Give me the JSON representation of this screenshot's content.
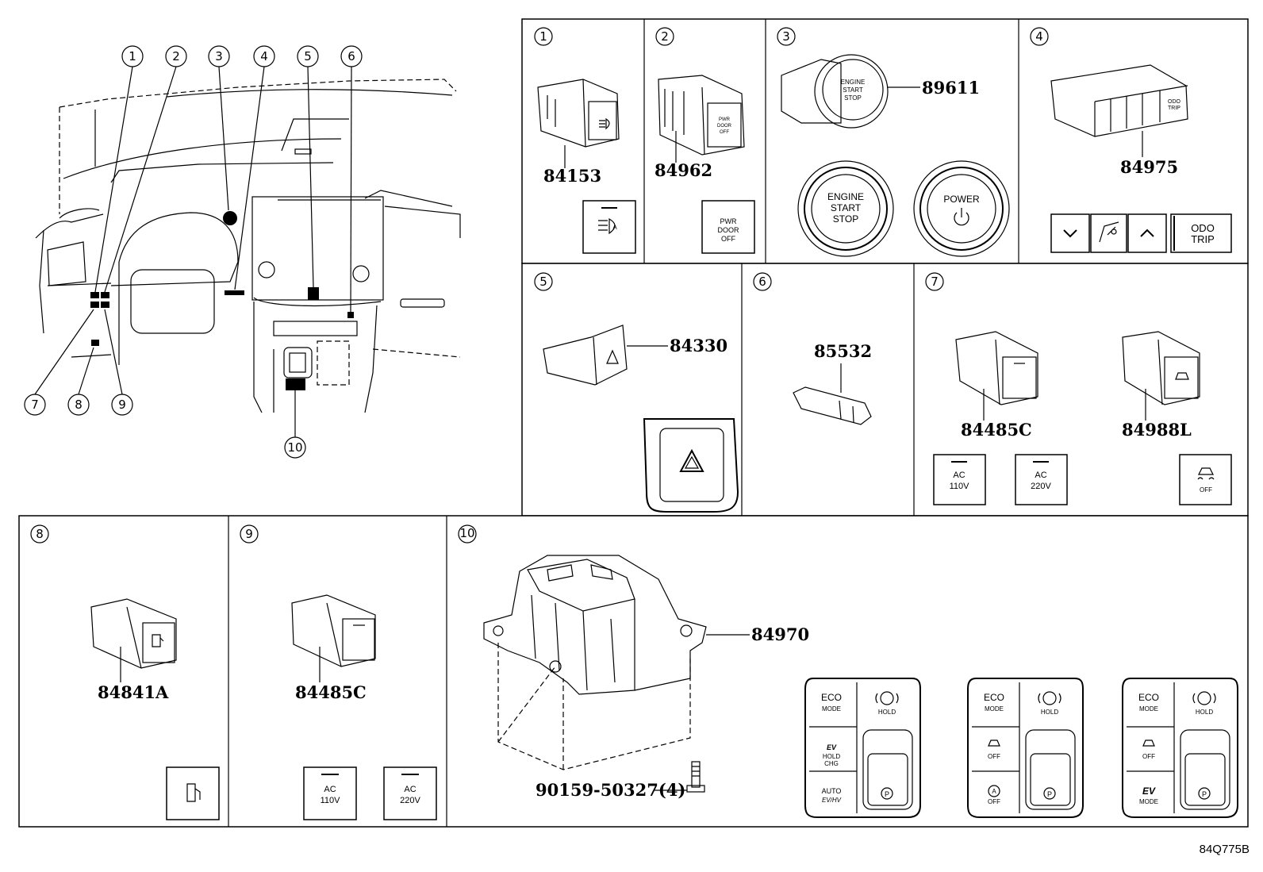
{
  "overview": {
    "callouts": [
      "1",
      "2",
      "3",
      "4",
      "5",
      "6",
      "7",
      "8",
      "9",
      "10"
    ]
  },
  "panels": [
    {
      "num": "1",
      "part": "84153"
    },
    {
      "num": "2",
      "part": "84962",
      "icon_lines": [
        "PWR",
        "DOOR",
        "OFF"
      ]
    },
    {
      "num": "3",
      "part": "89611",
      "engine_lines": [
        "ENGINE",
        "START",
        "STOP"
      ],
      "power_label": "POWER"
    },
    {
      "num": "4",
      "part": "84975",
      "odo_lines": [
        "ODO",
        "TRIP"
      ]
    },
    {
      "num": "5",
      "part": "84330"
    },
    {
      "num": "6",
      "part": "85532"
    },
    {
      "num": "7",
      "part_a": "84485C",
      "part_b": "84988L",
      "ac110": [
        "AC",
        "110V"
      ],
      "ac220": [
        "AC",
        "220V"
      ],
      "off_label": "OFF"
    },
    {
      "num": "8",
      "part": "84841A"
    },
    {
      "num": "9",
      "part": "84485C",
      "ac110": [
        "AC",
        "110V"
      ],
      "ac220": [
        "AC",
        "220V"
      ]
    },
    {
      "num": "10",
      "part": "84970",
      "bolt": "90159-50327(4)",
      "consoles": [
        {
          "eco": [
            "ECO",
            "MODE"
          ],
          "hold": "HOLD",
          "mid": [
            "EV",
            "HOLD",
            "CHG"
          ],
          "bottom": [
            "AUTO",
            "EV/HV"
          ]
        },
        {
          "eco": [
            "ECO",
            "MODE"
          ],
          "hold": "HOLD",
          "mid": [
            "OFF"
          ],
          "bottom": [
            "OFF"
          ]
        },
        {
          "eco": [
            "ECO",
            "MODE"
          ],
          "hold": "HOLD",
          "mid": [
            "OFF"
          ],
          "bottom": [
            "EV",
            "MODE"
          ]
        }
      ]
    }
  ],
  "drawing_code": "84Q775B",
  "icons": [
    "headlamp-leveling-icon",
    "hazard-triangle-icon",
    "fuel-door-icon",
    "parking-brake-icon",
    "hold-brake-icon",
    "power-icon",
    "traction-off-icon"
  ]
}
